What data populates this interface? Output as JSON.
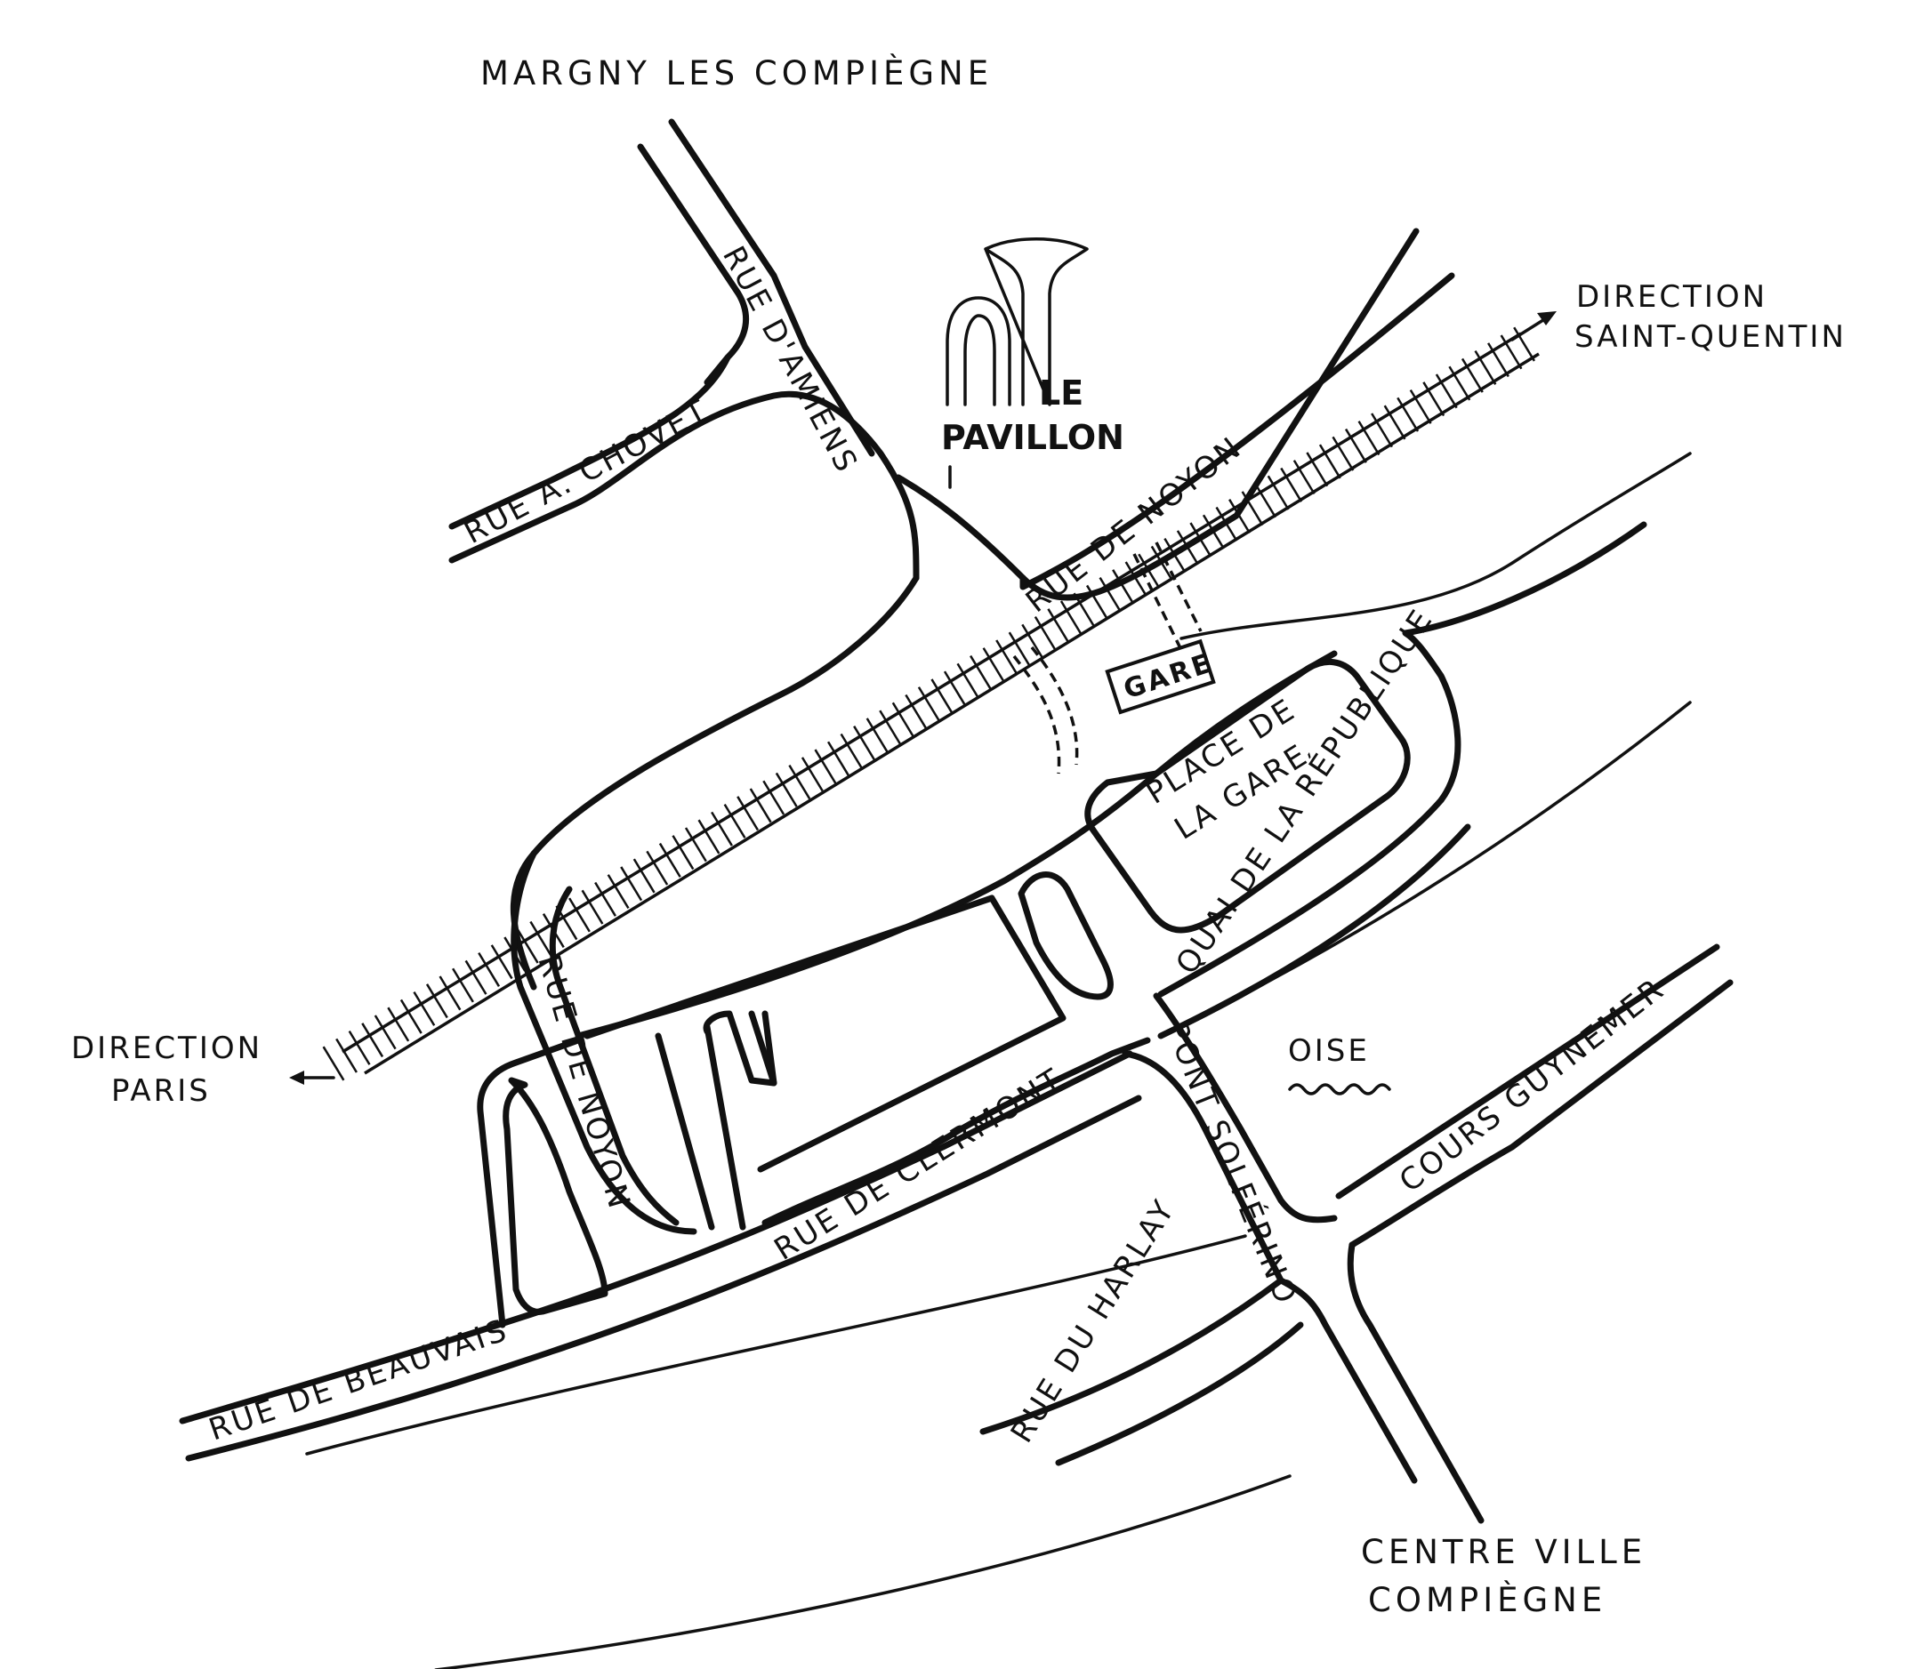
{
  "labels": {
    "margny": "MARGNY LES COMPIÈGNE",
    "direction_saint_quentin_1": "DIRECTION",
    "direction_saint_quentin_2": "SAINT-QUENTIN",
    "direction_paris_1": "DIRECTION",
    "direction_paris_2": "PARIS",
    "centre_ville": "CENTRE VILLE",
    "compiegne": "COMPIÈGNE",
    "rue_d_amiens": "RUE D'AMIENS",
    "rue_a_chovet": "RUE A. CHOVET",
    "rue_de_noyon_north": "RUE DE NOYON",
    "rue_de_noyon_west": "RUE DE NOYON",
    "gare": "GARE",
    "place_de_la_gare_1": "PLACE DE",
    "place_de_la_gare_2": "LA GARE",
    "quai_de_la_republique": "QUAI DE LA RÉPUBLIQUE",
    "oise": "OISE",
    "pont_solferino": "PONT SOLFÉRINO",
    "rue_de_clermont": "RUE DE CLERMONT",
    "rue_de_beauvais": "RUE DE BEAUVAIS",
    "cours_guynemer": "COURS GUYNEMER",
    "rue_du_harlay": "RUE DU HARLAY"
  },
  "logo": {
    "line1": "LE",
    "line2": "PAVILLON"
  },
  "icons": {
    "logo": "pavilion-horn-icon",
    "arrow": "arrow-icon",
    "railway": "railway-track-icon",
    "water": "water-wave-icon"
  },
  "colors": {
    "ink": "#111111",
    "paper": "#ffffff"
  }
}
